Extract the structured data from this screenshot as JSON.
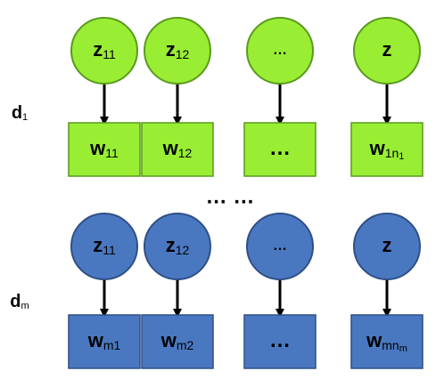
{
  "colors": {
    "green_fill": "#99ee33",
    "green_stroke": "#5a9a1e",
    "blue_fill": "#4a78c0",
    "blue_stroke": "#2f4f86",
    "arrow": "#000000",
    "text": "#000000"
  },
  "rows": [
    {
      "label": {
        "base": "d",
        "sub": "1"
      },
      "color": "green",
      "columns": [
        {
          "topic": {
            "base": "z",
            "sub": "11"
          },
          "word": {
            "base": "w",
            "sub": "11"
          }
        },
        {
          "topic": {
            "base": "z",
            "sub": "12"
          },
          "word": {
            "base": "w",
            "sub": "12"
          }
        },
        {
          "topic": {
            "base": "…",
            "sub": ""
          },
          "word": {
            "base": "…",
            "sub": ""
          }
        },
        {
          "topic": {
            "base": "z",
            "sub": ""
          },
          "word": {
            "base": "w",
            "sub": "1n",
            "subsub": "1"
          }
        }
      ]
    },
    {
      "label": {
        "base": "d",
        "sub": "m"
      },
      "color": "blue",
      "columns": [
        {
          "topic": {
            "base": "z",
            "sub": "11"
          },
          "word": {
            "base": "w",
            "sub": "m1"
          }
        },
        {
          "topic": {
            "base": "z",
            "sub": "12"
          },
          "word": {
            "base": "w",
            "sub": "m2"
          }
        },
        {
          "topic": {
            "base": "…",
            "sub": ""
          },
          "word": {
            "base": "…",
            "sub": ""
          }
        },
        {
          "topic": {
            "base": "z",
            "sub": ""
          },
          "word": {
            "base": "w",
            "sub": "mn",
            "subsub": "m"
          }
        }
      ]
    }
  ],
  "between_rows_ellipsis": "… …"
}
